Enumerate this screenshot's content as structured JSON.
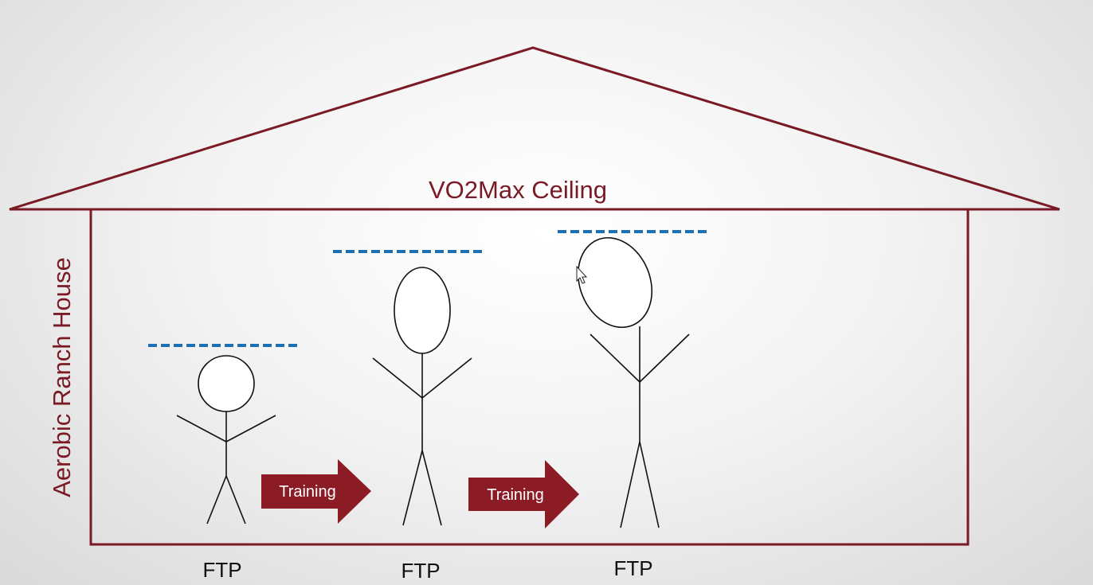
{
  "house": {
    "ceiling_label": "VO2Max Ceiling",
    "side_label": "Aerobic Ranch House"
  },
  "figures": [
    {
      "ftp_label": "FTP"
    },
    {
      "ftp_label": "FTP"
    },
    {
      "ftp_label": "FTP"
    }
  ],
  "arrows": [
    {
      "label": "Training"
    },
    {
      "label": "Training"
    }
  ],
  "colors": {
    "house": "#7a1a24",
    "arrow": "#8b1c26",
    "dashed_line": "#1f6fb5"
  }
}
